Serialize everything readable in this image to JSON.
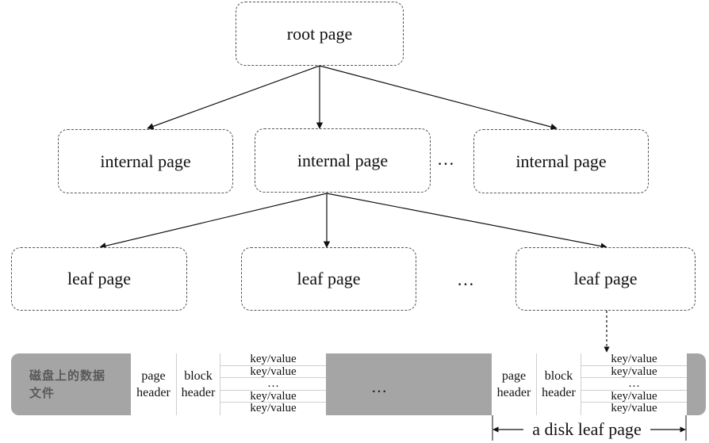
{
  "tree": {
    "root": "root page",
    "internal": [
      "internal page",
      "internal page",
      "internal page"
    ],
    "internal_ellipsis": "…",
    "leaf": [
      "leaf page",
      "leaf page",
      "leaf page"
    ],
    "leaf_ellipsis": "…"
  },
  "disk": {
    "label": "磁盘上的数据文件",
    "block1": {
      "page_header": "page header",
      "block_header": "block header",
      "rows": [
        "key/value",
        "key/value",
        "…",
        "key/value",
        "key/value"
      ]
    },
    "middle_ellipsis": "…",
    "block2": {
      "page_header": "page header",
      "block_header": "block header",
      "rows": [
        "key/value",
        "key/value",
        "…",
        "key/value",
        "key/value"
      ]
    },
    "range_label": "a disk leaf page"
  }
}
